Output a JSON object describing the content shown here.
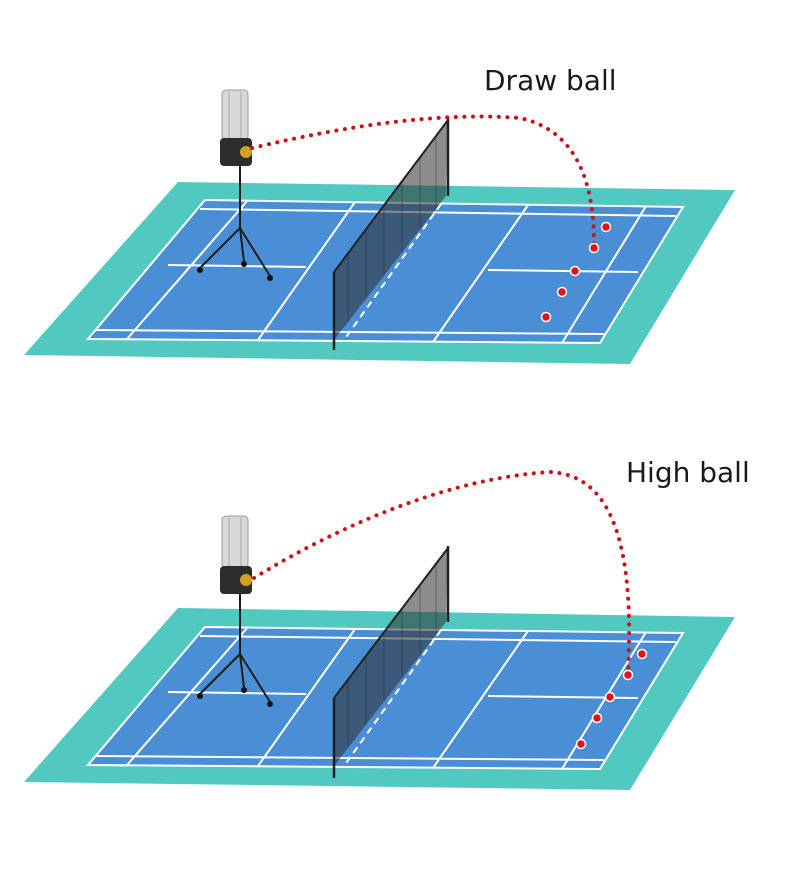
{
  "panels": [
    {
      "id": "draw",
      "title": "Draw ball"
    },
    {
      "id": "high",
      "title": "High ball"
    }
  ],
  "colors": {
    "surround": "#52c9c0",
    "court": "#4a8fd6",
    "lines": "#ffffff",
    "trajectory": "#c8141a",
    "net": "#3a3a3a",
    "machine_body": "#2c2c2c",
    "machine_tube": "#d8d8d8",
    "landing_point": "#e0141a"
  },
  "icons": {
    "machine": "shuttlecock-launcher-icon",
    "net": "badminton-net-icon",
    "landing": "landing-dot-icon"
  }
}
